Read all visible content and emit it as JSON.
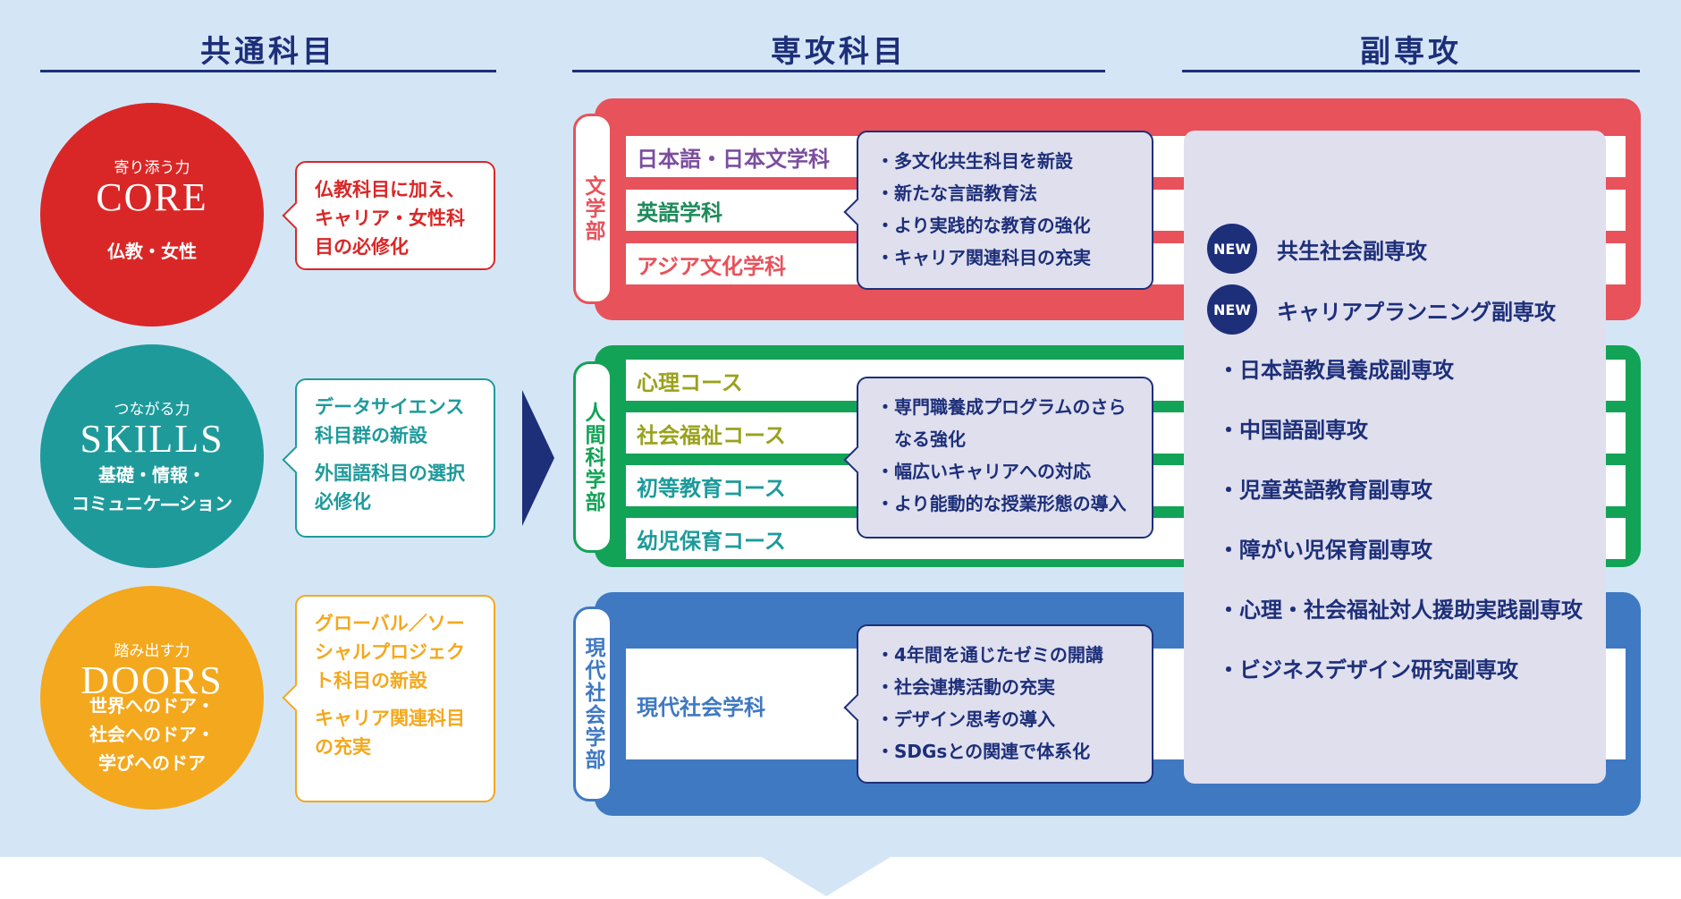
{
  "headers": {
    "common": "共通科目",
    "major": "専攻科目",
    "minor": "副専攻"
  },
  "common": [
    {
      "sub": "寄り添う力",
      "title": "CORE",
      "desc": [
        "仏教・女性"
      ],
      "bubble": [
        "仏教科目に加え、キャリア・女性科目の必修化"
      ],
      "color": "#d92727"
    },
    {
      "sub": "つながる力",
      "title": "SKILLS",
      "desc": [
        "基礎・情報・",
        "コミュニケ―ション"
      ],
      "bubble": [
        "データサイエンス科目群の新設",
        "外国語科目の選択必修化"
      ],
      "color": "#1e9a9b"
    },
    {
      "sub": "踏み出す力",
      "title": "DOORS",
      "desc": [
        "世界へのドア・",
        "社会へのドア・",
        "学びへのドア"
      ],
      "bubble": [
        "グローバル／ソーシャルプロジェクト科目の新設",
        "キャリア関連科目の充実"
      ],
      "color": "#f4a81d"
    }
  ],
  "faculties": [
    {
      "name": "文学部",
      "color": "#e8525b",
      "text_color": "#e8525b",
      "depts": [
        "日本語・日本文学科",
        "英語学科",
        "アジア文化学科"
      ],
      "dept_colors": [
        "#7b4e9e",
        "#1e8a5a",
        "#e8525b"
      ],
      "points": [
        "多文化共生科目を新設",
        "新たな言語教育法",
        "より実践的な教育の強化",
        "キャリア関連科目の充実"
      ]
    },
    {
      "name": "人間科学部",
      "color": "#13a356",
      "text_color": "#13a356",
      "depts": [
        "心理コース",
        "社会福祉コース",
        "初等教育コース",
        "幼児保育コース"
      ],
      "dept_colors": [
        "#9aa21d",
        "#9aa21d",
        "#1e9a9b",
        "#1e9a9b"
      ],
      "points": [
        "専門職養成プログラムのさらなる強化",
        "幅広いキャリアへの対応",
        "より能動的な授業形態の導入"
      ]
    },
    {
      "name": "現代社会学部",
      "color": "#3f79c2",
      "text_color": "#3f79c2",
      "depts": [
        "現代社会学科"
      ],
      "dept_colors": [
        "#3f79c2"
      ],
      "points": [
        "4年間を通じたゼミの開講",
        "社会連携活動の充実",
        "デザイン思考の導入",
        "SDGsとの関連で体系化"
      ]
    }
  ],
  "minor": {
    "new_badge": "NEW",
    "new_items": [
      "共生社会副専攻",
      "キャリアプランニング副専攻"
    ],
    "items": [
      "日本語教員養成副専攻",
      "中国語副専攻",
      "児童英語教育副専攻",
      "障がい児保育副専攻",
      "心理・社会福祉対人援助実践副専攻",
      "ビジネスデザイン研究副専攻"
    ]
  },
  "colors": {
    "navy": "#1d2f79",
    "background": "#d4e6f6",
    "minor_panel": "#dfdfee"
  }
}
